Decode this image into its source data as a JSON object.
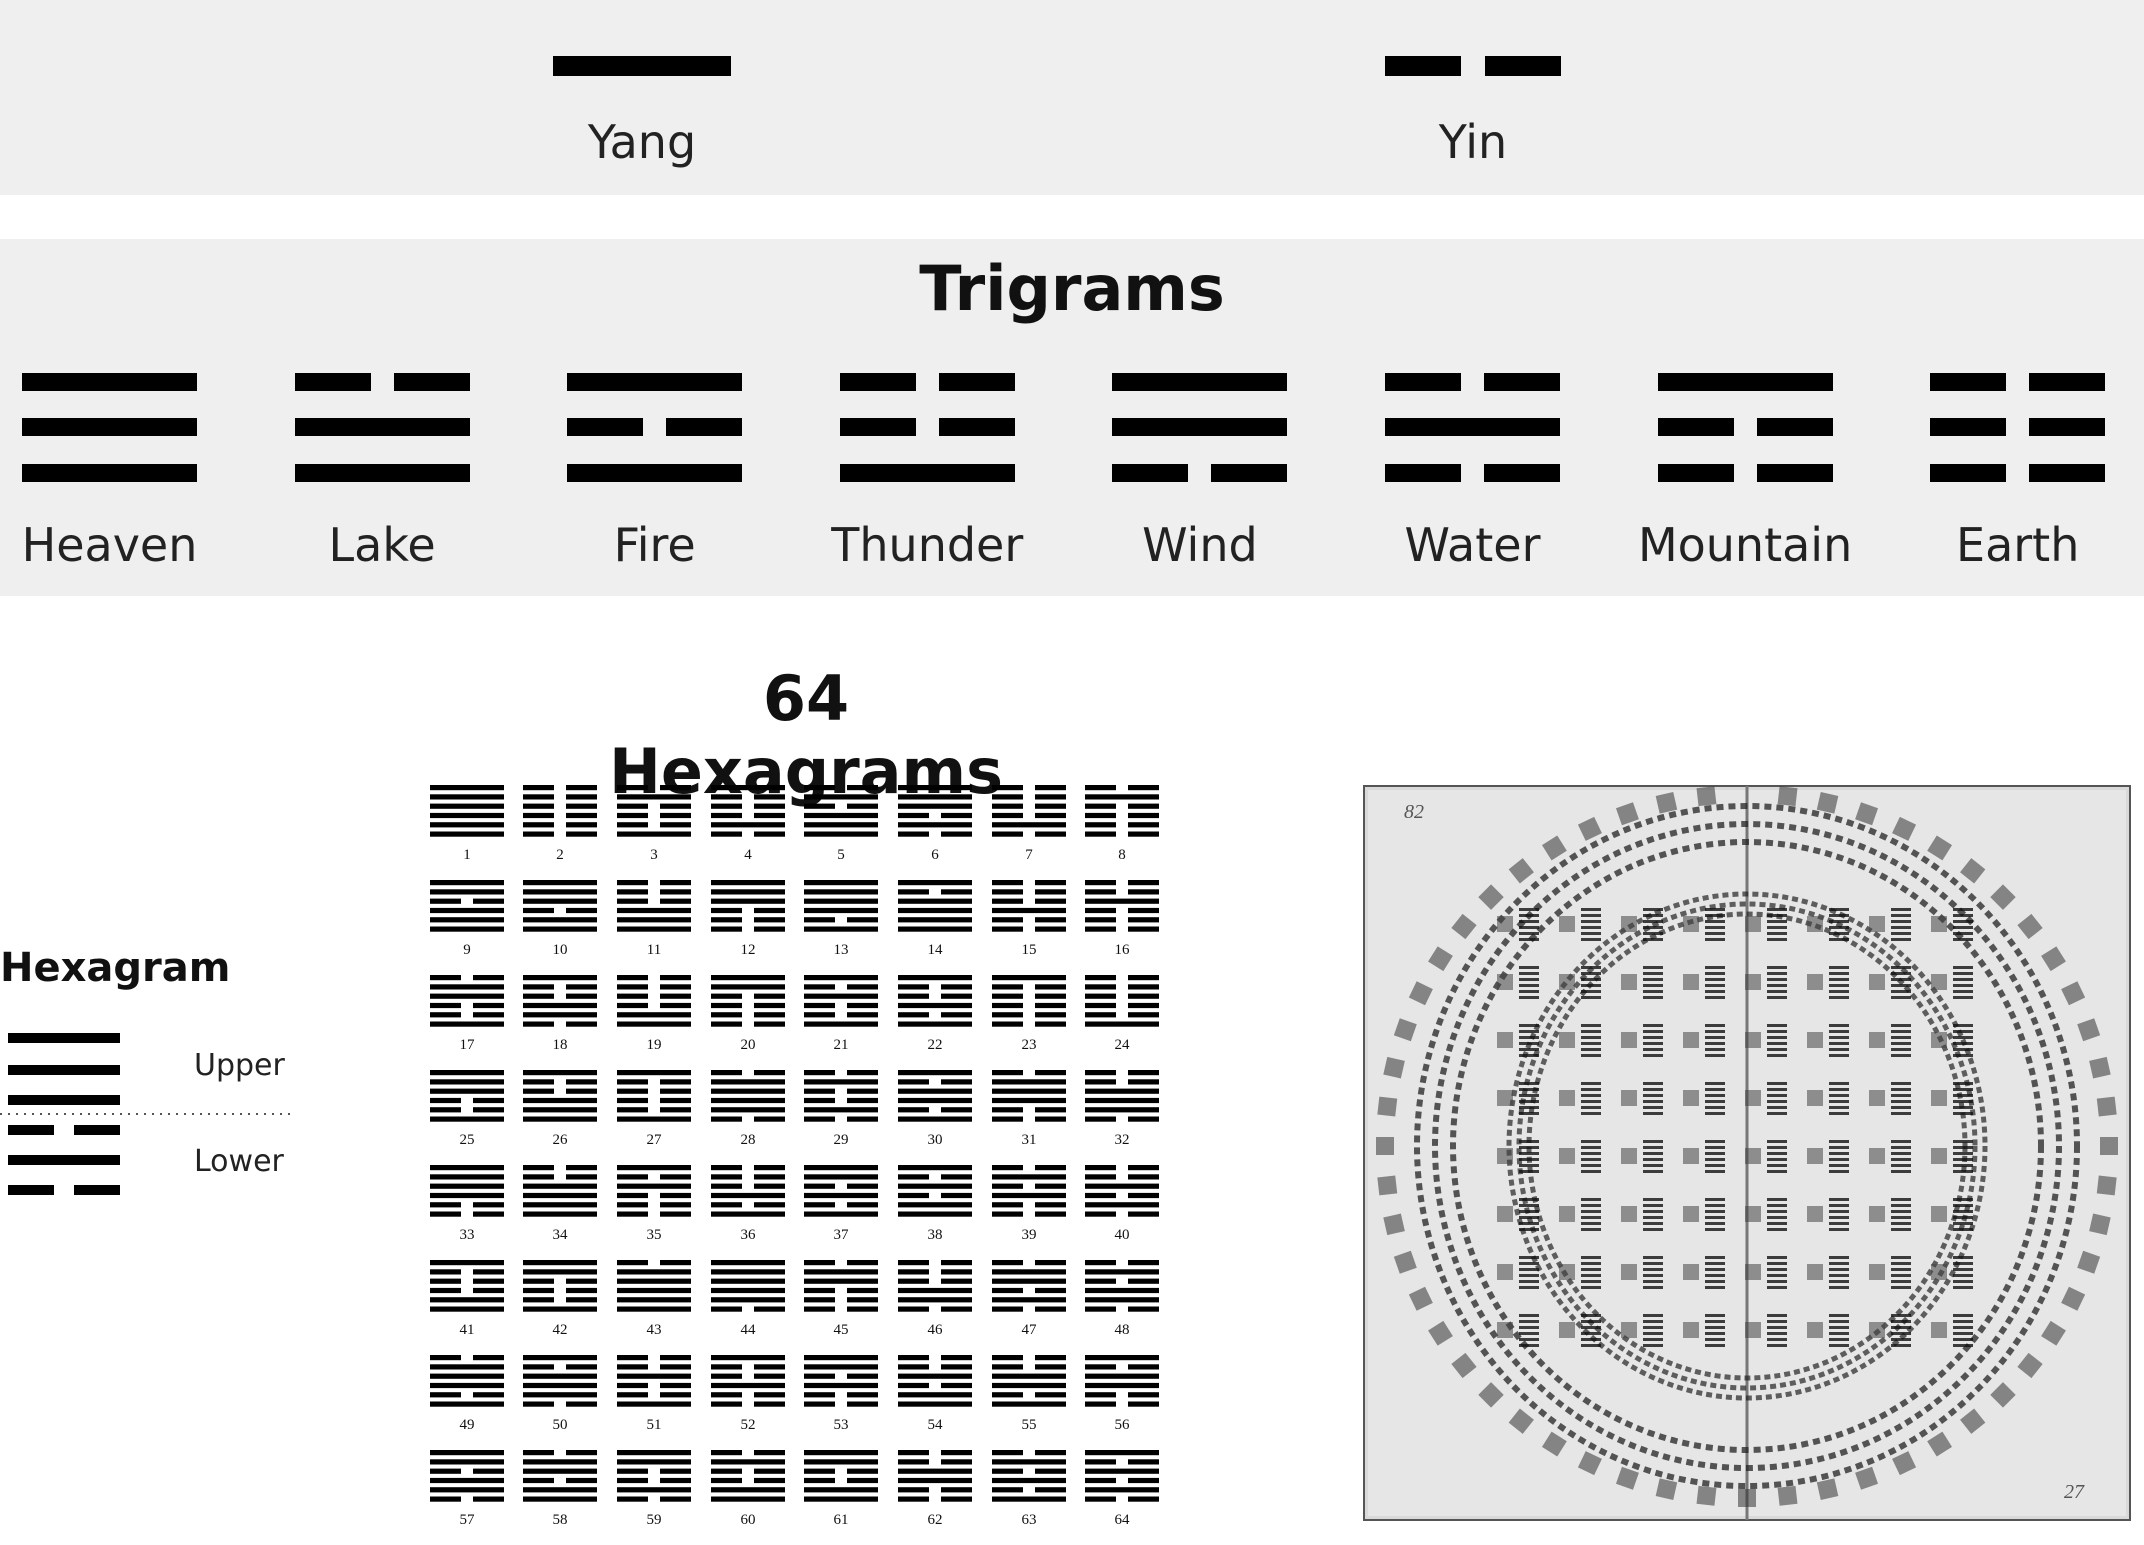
{
  "lines": [
    {
      "name": "Yang",
      "broken": false
    },
    {
      "name": "Yin",
      "broken": true
    }
  ],
  "trigrams": {
    "title": "Trigrams",
    "items": [
      {
        "name": "Heaven",
        "lines": [
          1,
          1,
          1
        ]
      },
      {
        "name": "Lake",
        "lines": [
          0,
          1,
          1
        ]
      },
      {
        "name": "Fire",
        "lines": [
          1,
          0,
          1
        ]
      },
      {
        "name": "Thunder",
        "lines": [
          0,
          0,
          1
        ]
      },
      {
        "name": "Wind",
        "lines": [
          1,
          1,
          0
        ]
      },
      {
        "name": "Water",
        "lines": [
          0,
          1,
          0
        ]
      },
      {
        "name": "Mountain",
        "lines": [
          1,
          0,
          0
        ]
      },
      {
        "name": "Earth",
        "lines": [
          0,
          0,
          0
        ]
      }
    ]
  },
  "hexagrams": {
    "title": "64 Hexagrams",
    "numbers": [
      1,
      2,
      3,
      4,
      5,
      6,
      7,
      8,
      9,
      10,
      11,
      12,
      13,
      14,
      15,
      16,
      17,
      18,
      19,
      20,
      21,
      22,
      23,
      24,
      25,
      26,
      27,
      28,
      29,
      30,
      31,
      32,
      33,
      34,
      35,
      36,
      37,
      38,
      39,
      40,
      41,
      42,
      43,
      44,
      45,
      46,
      47,
      48,
      49,
      50,
      51,
      52,
      53,
      54,
      55,
      56,
      57,
      58,
      59,
      60,
      61,
      62,
      63,
      64
    ]
  },
  "hexagram_legend": {
    "title": "Hexagram",
    "upper_label": "Upper",
    "lower_label": "Lower",
    "upper_lines": [
      1,
      1,
      1
    ],
    "lower_lines": [
      0,
      1,
      0
    ]
  },
  "manuscript": {
    "corner_left": "82",
    "corner_right": "27"
  }
}
